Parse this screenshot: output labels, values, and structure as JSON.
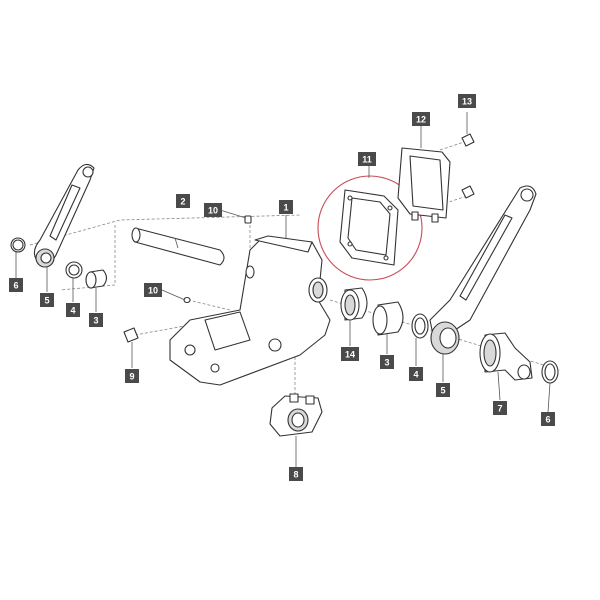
{
  "diagram": {
    "highlight_color": "#c84a55",
    "callout_color": "#4a4a4a",
    "callouts": [
      {
        "id": "c1",
        "label": "1"
      },
      {
        "id": "c2",
        "label": "2"
      },
      {
        "id": "c3a",
        "label": "3"
      },
      {
        "id": "c3b",
        "label": "3"
      },
      {
        "id": "c4a",
        "label": "4"
      },
      {
        "id": "c4b",
        "label": "4"
      },
      {
        "id": "c5a",
        "label": "5"
      },
      {
        "id": "c5b",
        "label": "5"
      },
      {
        "id": "c6a",
        "label": "6"
      },
      {
        "id": "c6b",
        "label": "6"
      },
      {
        "id": "c7",
        "label": "7"
      },
      {
        "id": "c8",
        "label": "8"
      },
      {
        "id": "c9",
        "label": "9"
      },
      {
        "id": "c10a",
        "label": "10"
      },
      {
        "id": "c10b",
        "label": "10"
      },
      {
        "id": "c11",
        "label": "11"
      },
      {
        "id": "c12",
        "label": "12"
      },
      {
        "id": "c13",
        "label": "13"
      },
      {
        "id": "c14",
        "label": "14"
      }
    ]
  }
}
